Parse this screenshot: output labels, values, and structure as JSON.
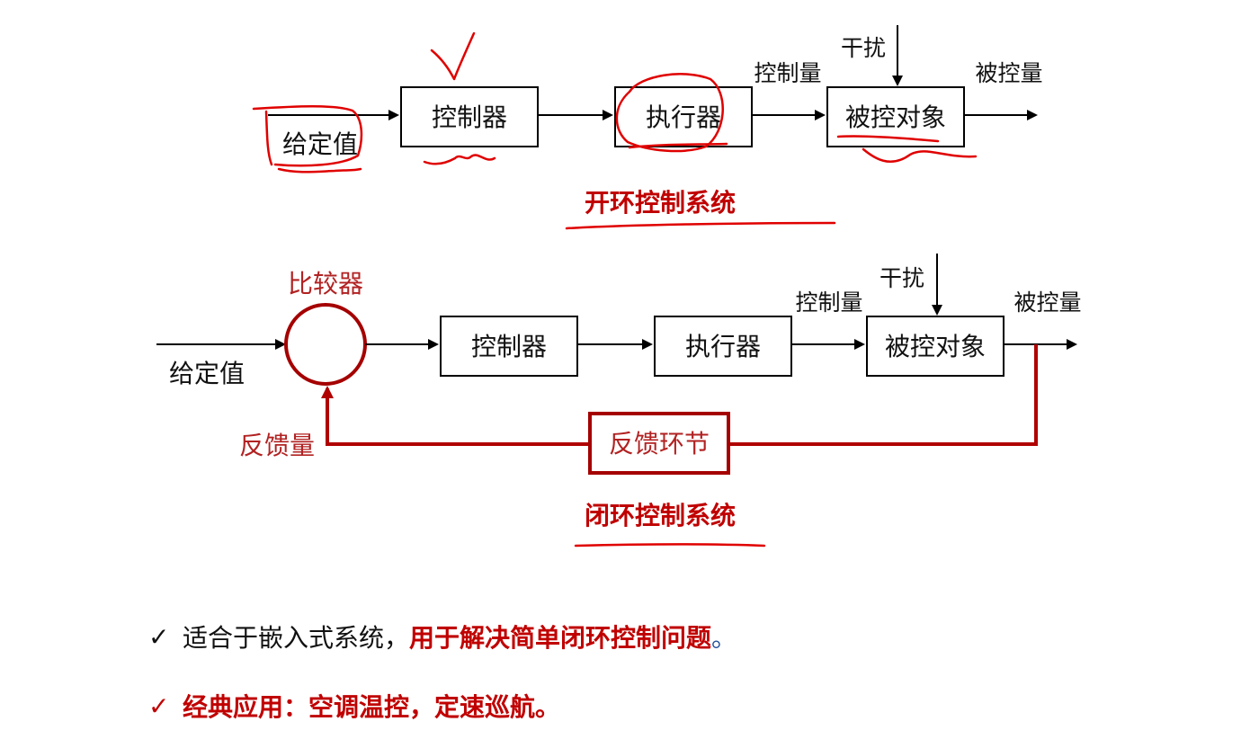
{
  "open_loop": {
    "setpoint": "给定值",
    "controller": "控制器",
    "actuator": "执行器",
    "plant": "被控对象",
    "control_variable": "控制量",
    "disturbance": "干扰",
    "controlled_variable": "被控量",
    "title": "开环控制系统"
  },
  "closed_loop": {
    "comparator": "比较器",
    "setpoint": "给定值",
    "controller": "控制器",
    "actuator": "执行器",
    "plant": "被控对象",
    "control_variable": "控制量",
    "disturbance": "干扰",
    "controlled_variable": "被控量",
    "feedback_element": "反馈环节",
    "feedback_variable": "反馈量",
    "title": "闭环控制系统"
  },
  "bullets": {
    "b1_plain": "适合于嵌入式系统，",
    "b1_red": "用于解决简单闭环控制问题",
    "b1_end": "。",
    "b2": "经典应用：空调温控，定速巡航。",
    "check": "✓"
  },
  "colors": {
    "accent_red": "#c00000",
    "feedback_red": "#b22222",
    "ink_red": "#e00000"
  }
}
